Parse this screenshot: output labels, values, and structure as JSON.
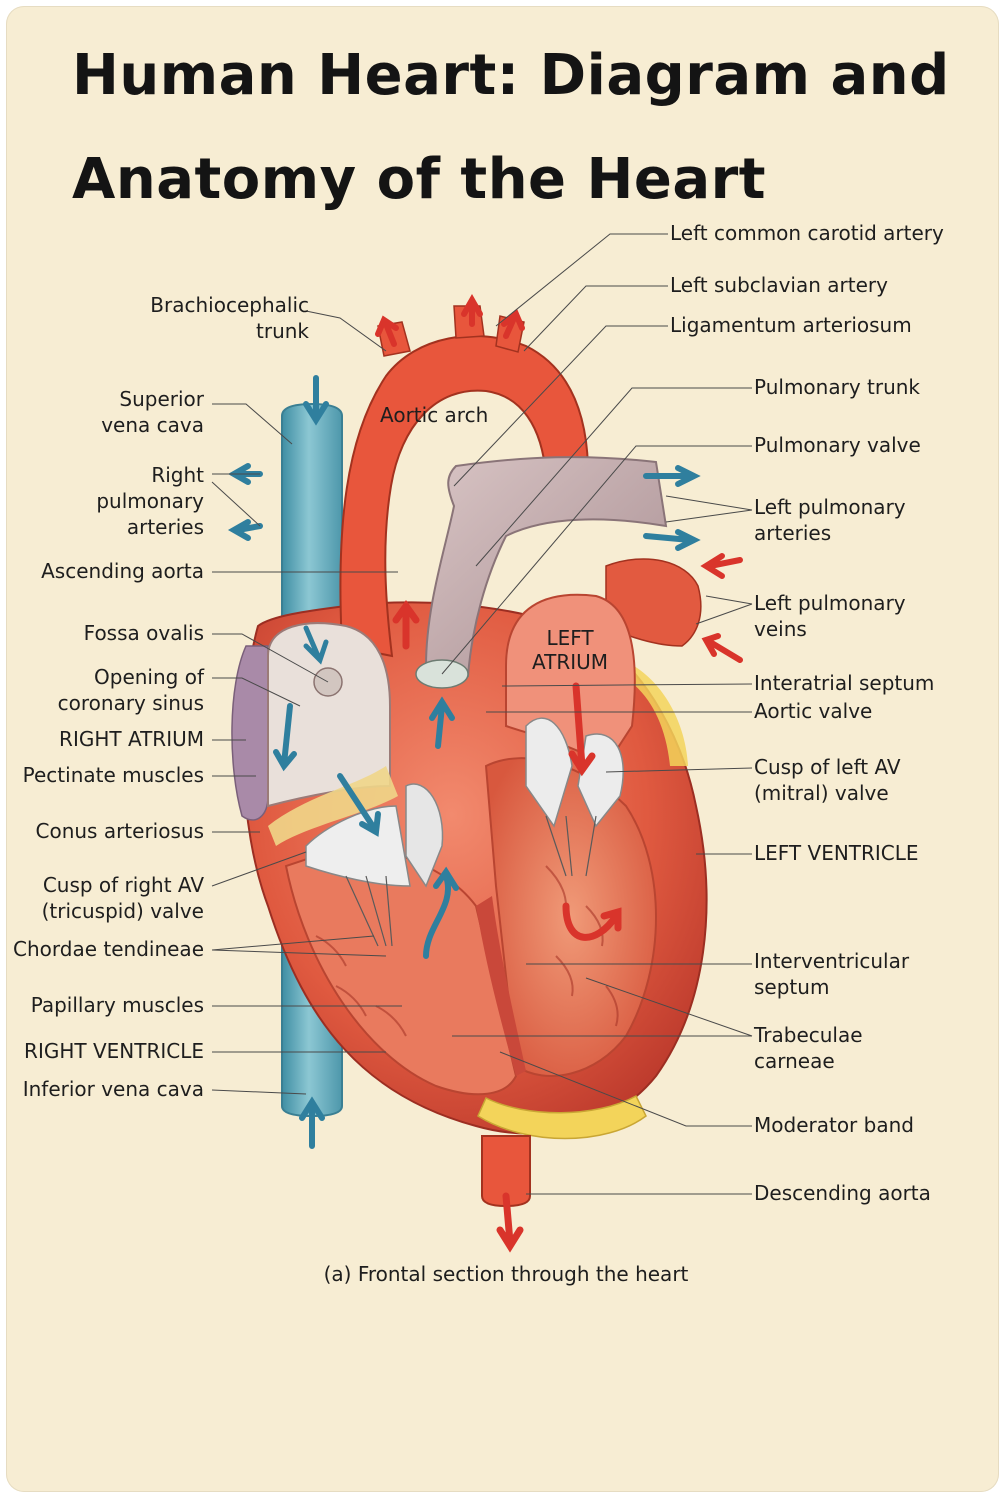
{
  "title": {
    "line1": "Human Heart: Diagram and",
    "line2": "Anatomy of the Heart"
  },
  "labels_left": {
    "brachiocephalic_trunk": [
      "Brachiocephalic",
      "trunk"
    ],
    "superior_vena_cava": [
      "Superior",
      "vena cava"
    ],
    "right_pulmonary_arteries": [
      "Right",
      "pulmonary",
      "arteries"
    ],
    "ascending_aorta": "Ascending aorta",
    "fossa_ovalis": "Fossa ovalis",
    "opening_coronary_sinus": [
      "Opening of",
      "coronary sinus"
    ],
    "right_atrium": "RIGHT ATRIUM",
    "pectinate_muscles": "Pectinate muscles",
    "conus_arteriosus": "Conus arteriosus",
    "cusp_right_av": [
      "Cusp of right AV",
      "(tricuspid) valve"
    ],
    "chordae_tendineae": "Chordae tendineae",
    "papillary_muscles": "Papillary muscles",
    "right_ventricle": "RIGHT VENTRICLE",
    "inferior_vena_cava": "Inferior vena cava"
  },
  "labels_right": {
    "left_common_carotid": "Left common carotid artery",
    "left_subclavian": "Left subclavian artery",
    "ligamentum_arteriosum": "Ligamentum arteriosum",
    "pulmonary_trunk": "Pulmonary trunk",
    "pulmonary_valve": "Pulmonary valve",
    "left_pulmonary_arteries": [
      "Left pulmonary",
      "arteries"
    ],
    "left_pulmonary_veins": [
      "Left pulmonary",
      "veins"
    ],
    "interatrial_septum": "Interatrial septum",
    "aortic_valve": "Aortic valve",
    "cusp_left_av": [
      "Cusp of left AV",
      "(mitral) valve"
    ],
    "left_ventricle": "LEFT VENTRICLE",
    "interventricular_septum": [
      "Interventricular",
      "septum"
    ],
    "trabeculae_carneae": [
      "Trabeculae",
      "carneae"
    ],
    "moderator_band": "Moderator band",
    "descending_aorta": "Descending aorta"
  },
  "labels_inner": {
    "aortic_arch": "Aortic arch",
    "left_atrium": [
      "LEFT",
      "ATRIUM"
    ]
  },
  "caption": "(a) Frontal section through the heart",
  "colors": {
    "background": "#f7edd3",
    "artery_red": "#e0503a",
    "vein_blue": "#5ba6b8",
    "pulmonary_gray": "#c9b2b4",
    "fat_yellow": "#f3d45a",
    "arrow_blue": "#2f7f9e",
    "arrow_red": "#d9342b"
  }
}
